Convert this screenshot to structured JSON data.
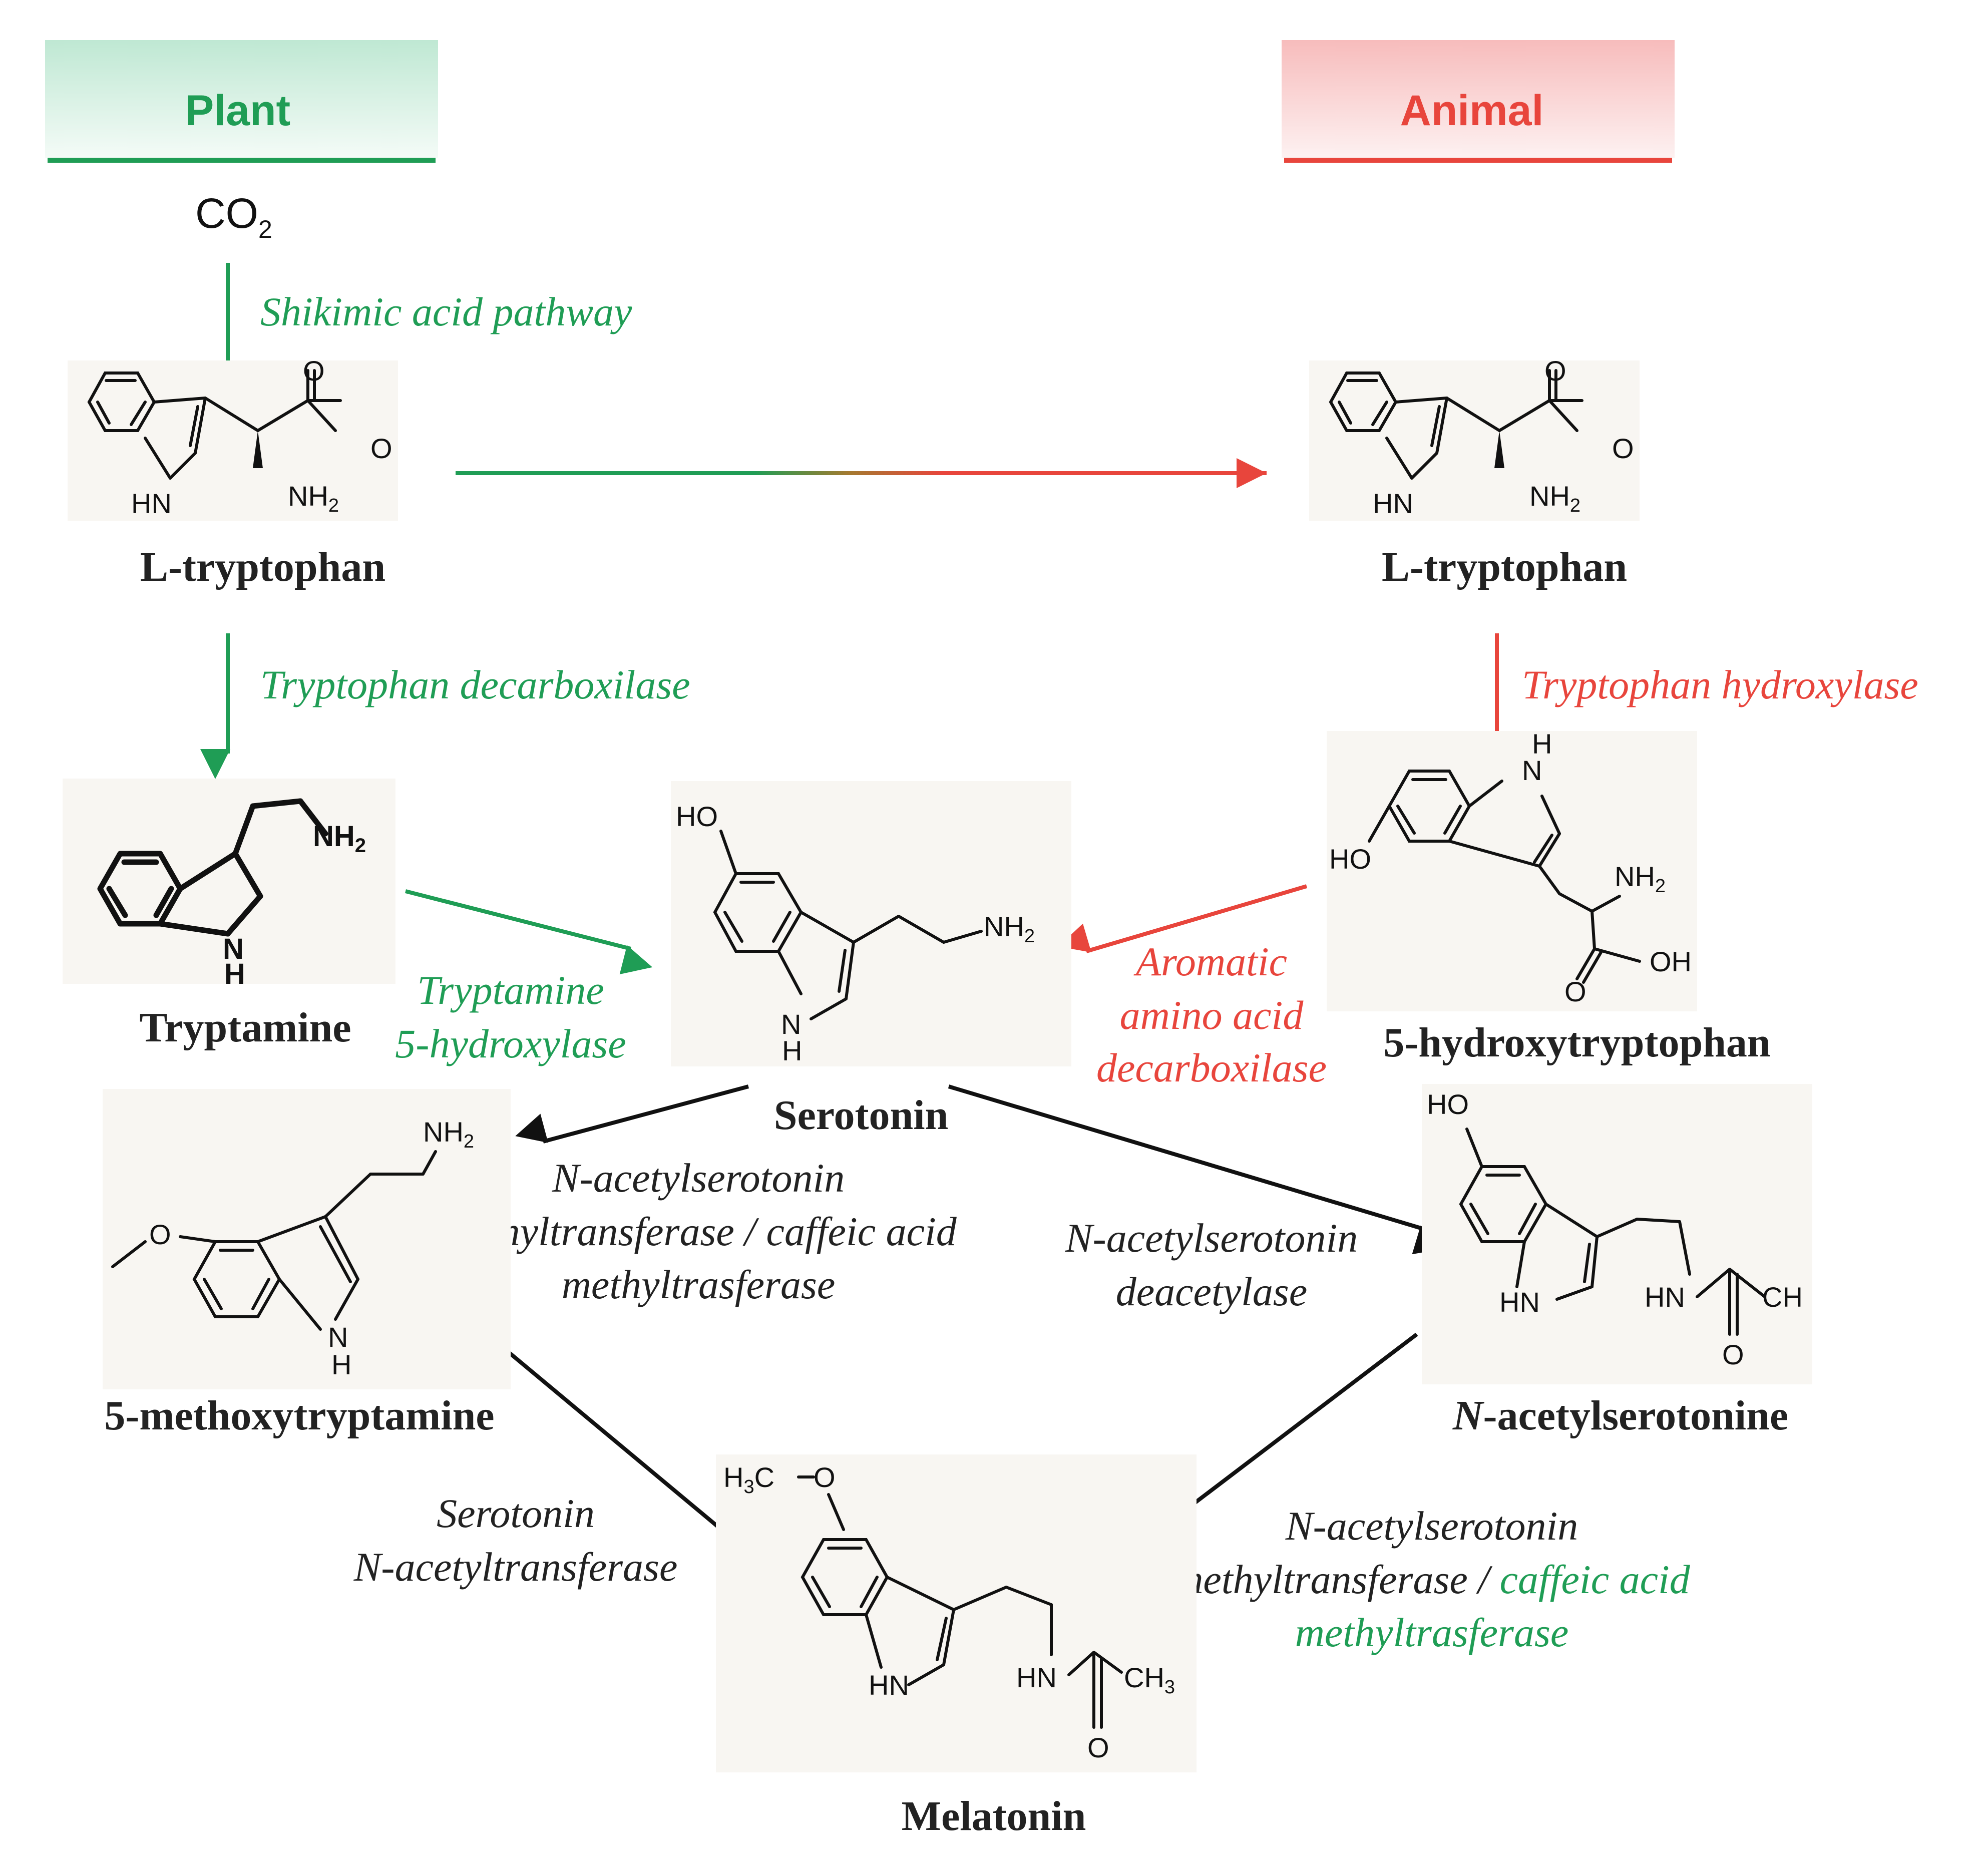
{
  "colors": {
    "plant": "#1f9d55",
    "animal": "#e8453c",
    "text": "#222222"
  },
  "headers": {
    "plant": "Plant",
    "animal": "Animal"
  },
  "co2": {
    "main": "CO",
    "sub": "2"
  },
  "compounds": {
    "trp_plant": "L-tryptophan",
    "trp_animal": "L-tryptophan",
    "tryptamine": "Tryptamine",
    "serotonin": "Serotonin",
    "htp": "5-hydroxytryptophan",
    "mt": "5-methoxytryptamine",
    "nas_prefix": "N",
    "nas_rest": "-acetylserotonine",
    "melatonin": "Melatonin"
  },
  "enzymes": {
    "shikimic": "Shikimic acid pathway",
    "tdc": "Tryptophan decarboxilase",
    "tph": "Tryptophan hydroxylase",
    "t5h": [
      "Tryptamine",
      "5-hydroxylase"
    ],
    "aadc": [
      "Aromatic",
      "amino acid",
      "decarboxilase"
    ],
    "asmt_a": [
      "N-acetylserotonin",
      "methyltransferase / caffeic acid",
      "methyltrasferase"
    ],
    "deacetylase": [
      "N-acetylserotonin",
      "deacetylase"
    ],
    "snat": [
      "Serotonin",
      "N-acetyltransferase"
    ],
    "asmt_b": [
      "N-acetylserotonin",
      "methyltransferase / ",
      "caffeic acid",
      "methyltrasferase"
    ]
  },
  "atoms": {
    "o": "O",
    "nh2": "NH",
    "two": "2",
    "hn": "HN",
    "h": "H",
    "ho": "HO",
    "oh": "OH",
    "ch3_c": "CH",
    "ch3": "CH",
    "three": "3",
    "h3c_h": "H",
    "h3c_c": "C"
  }
}
